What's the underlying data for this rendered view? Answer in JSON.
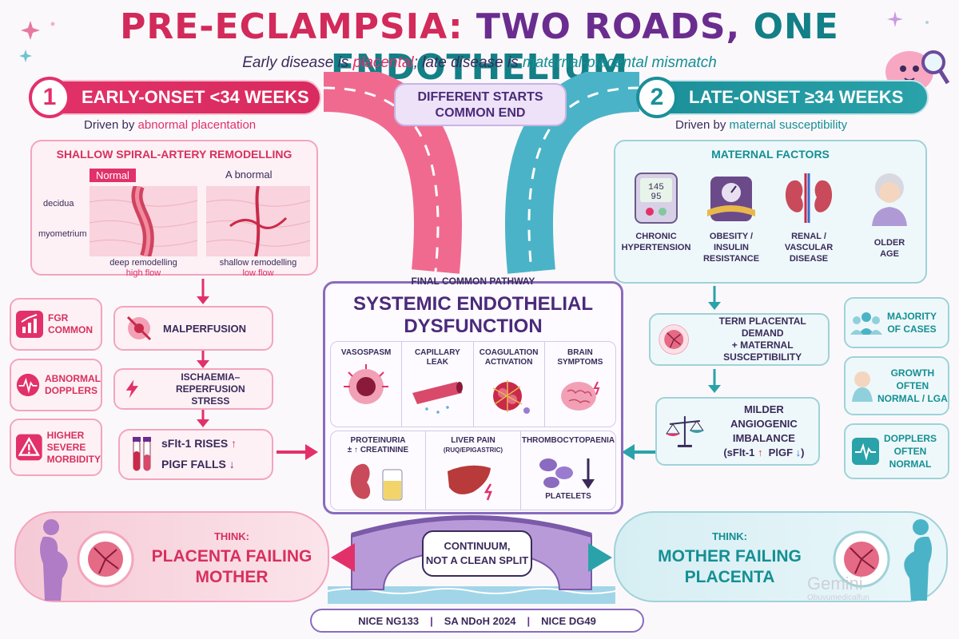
{
  "title": {
    "part1": "PRE-ECLAMPSIA:",
    "part2": "TWO ROADS,",
    "part3": "ONE ENDOTHELIUM"
  },
  "subtitle": {
    "a": "Early disease is ",
    "b": "placental",
    "c": "; late disease is ",
    "d": "maternal-placental mismatch"
  },
  "center_note": {
    "line1": "DIFFERENT STARTS",
    "line2": "COMMON END"
  },
  "early": {
    "num": "1",
    "banner": "EARLY-ONSET <34 WEEKS",
    "driven_a": "Driven by ",
    "driven_b": "abnormal placentation",
    "remodel_title": "SHALLOW SPIRAL-ARTERY REMODELLING",
    "normal_label": "Normal",
    "abnormal_label": "A bnormal",
    "decidua": "decidua",
    "myometrium": "myometrium",
    "normal_cap1": "deep remodelling",
    "normal_cap2": "high flow",
    "abnormal_cap1": "shallow remodelling",
    "abnormal_cap2": "low flow",
    "features": [
      {
        "line1": "FGR",
        "line2": "COMMON",
        "icon": "chart-up-icon"
      },
      {
        "line1": "ABNORMAL",
        "line2": "DOPPLERS",
        "icon": "pulse-icon"
      },
      {
        "line1": "HIGHER",
        "line2": "SEVERE",
        "line3": "MORBIDITY",
        "icon": "warning-icon"
      }
    ],
    "steps": {
      "malperfusion": "MALPERFUSION",
      "ischaemia1": "ISCHAEMIA–REPERFUSION",
      "ischaemia2": "STRESS",
      "sflt": "sFlt-1 RISES",
      "plgf": "PlGF  FALLS"
    },
    "think_label": "THINK:",
    "think_text": "PLACENTA FAILING MOTHER"
  },
  "late": {
    "num": "2",
    "banner": "LATE-ONSET ≥34 WEEKS",
    "driven_a": "Driven by ",
    "driven_b": "maternal susceptibility",
    "factors_title": "MATERNAL FACTORS",
    "bp_top": "145",
    "bp_bottom": "95",
    "factors": [
      {
        "line1": "CHRONIC",
        "line2": "HYPERTENSION",
        "icon": "bp-monitor-icon"
      },
      {
        "line1": "OBESITY /",
        "line2": "INSULIN",
        "line3": "RESISTANCE",
        "icon": "scale-icon"
      },
      {
        "line1": "RENAL /",
        "line2": "VASCULAR",
        "line3": "DISEASE",
        "icon": "kidney-icon"
      },
      {
        "line1": "OLDER",
        "line2": "AGE",
        "icon": "elderly-woman-icon"
      }
    ],
    "steps": {
      "demand1": "TERM PLACENTAL DEMAND",
      "demand2": "+ MATERNAL SUSCEPTIBILITY",
      "milder1": "MILDER ANGIOGENIC",
      "milder2": "IMBALANCE",
      "milder3a": "(sFlt-1",
      "milder3b": "PlGF",
      "milder3c": ")"
    },
    "features": [
      {
        "line1": "MAJORITY",
        "line2": "OF CASES",
        "icon": "people-icon"
      },
      {
        "line1": "GROWTH",
        "line2": "OFTEN",
        "line3": "NORMAL / LGA",
        "icon": "baby-icon"
      },
      {
        "line1": "DOPPLERS",
        "line2": "OFTEN",
        "line3": "NORMAL",
        "icon": "pulse-icon"
      }
    ],
    "think_label": "THINK:",
    "think_text": "MOTHER FAILING PLACENTA"
  },
  "pathway": {
    "tag": "FINAL COMMON PATHWAY",
    "title1": "SYSTEMIC ENDOTHELIAL",
    "title2": "DYSFUNCTION",
    "top": [
      {
        "line1": "VASOSPASM",
        "line2": "",
        "icon": "vessel-icon"
      },
      {
        "line1": "CAPILLARY",
        "line2": "LEAK",
        "icon": "leaky-capillary-icon"
      },
      {
        "line1": "COAGULATION",
        "line2": "ACTIVATION",
        "icon": "clot-icon"
      },
      {
        "line1": "BRAIN",
        "line2": "SYMPTOMS",
        "icon": "brain-icon"
      }
    ],
    "bottom": [
      {
        "line1": "PROTEINURIA",
        "line2": "± ↑ CREATININE",
        "icon": "kidney-urine-icon"
      },
      {
        "line1": "LIVER PAIN",
        "line2": "(RUQ/EPIGASTRIC)",
        "icon": "liver-icon"
      },
      {
        "line1": "THROMBOCYTOPAENIA",
        "line2": "PLATELETS",
        "icon": "platelets-icon"
      }
    ]
  },
  "bridge": {
    "line1": "CONTINUUM,",
    "line2": "NOT A CLEAN SPLIT"
  },
  "refs": {
    "a": "NICE NG133",
    "sep1": "|",
    "b": "SA NDoH 2024",
    "sep2": "|",
    "c": "NICE DG49"
  },
  "watermark": {
    "line1": "Gemini",
    "line2": "Obuyumedicalfun"
  },
  "colors": {
    "pink": "#e0306a",
    "purple": "#6a2d8f",
    "teal": "#148f94"
  }
}
